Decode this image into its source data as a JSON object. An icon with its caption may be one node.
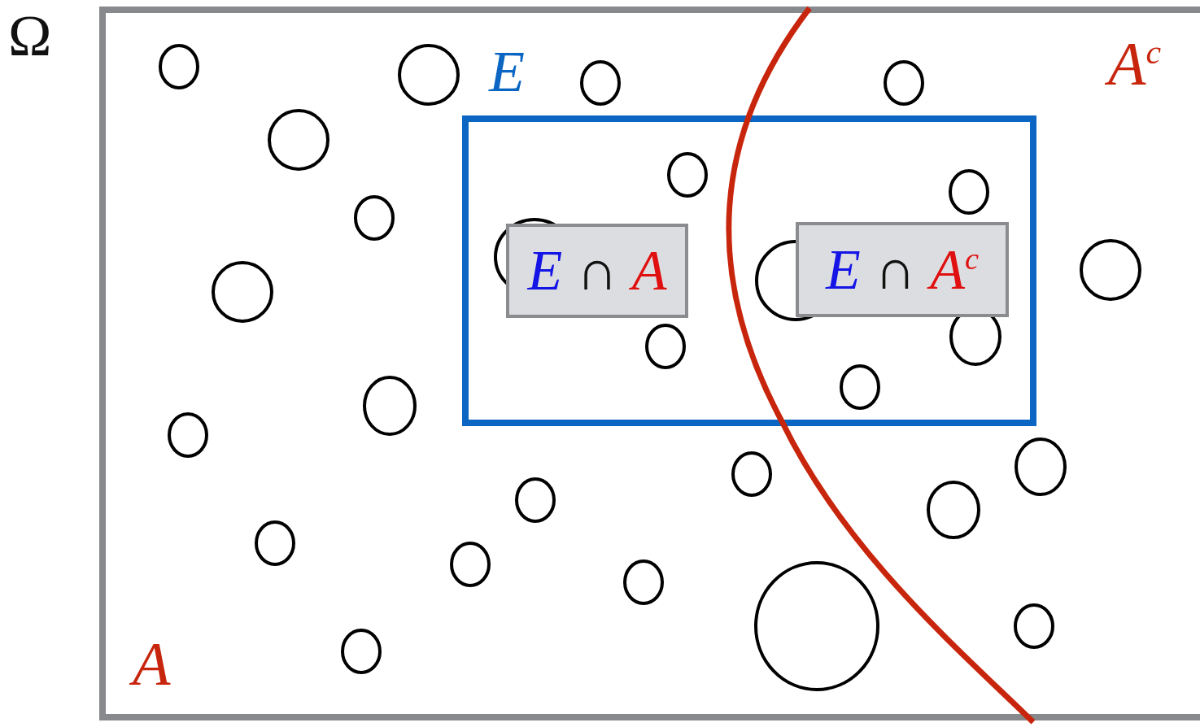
{
  "diagram": {
    "nodes": [
      {
        "text": [
          "Ω"
        ]
      },
      {
        "text": [
          "E"
        ],
        "in": 0
      },
      {
        "text": [
          "*E* ∩ *A*"
        ],
        "in": 1
      },
      {
        "text": [
          "*E* ∩ *A*$^{c}$"
        ],
        "in": 1
      }
    ],
    "labels": [
      "A",
      "A$^{c}$"
    ]
  }
}
